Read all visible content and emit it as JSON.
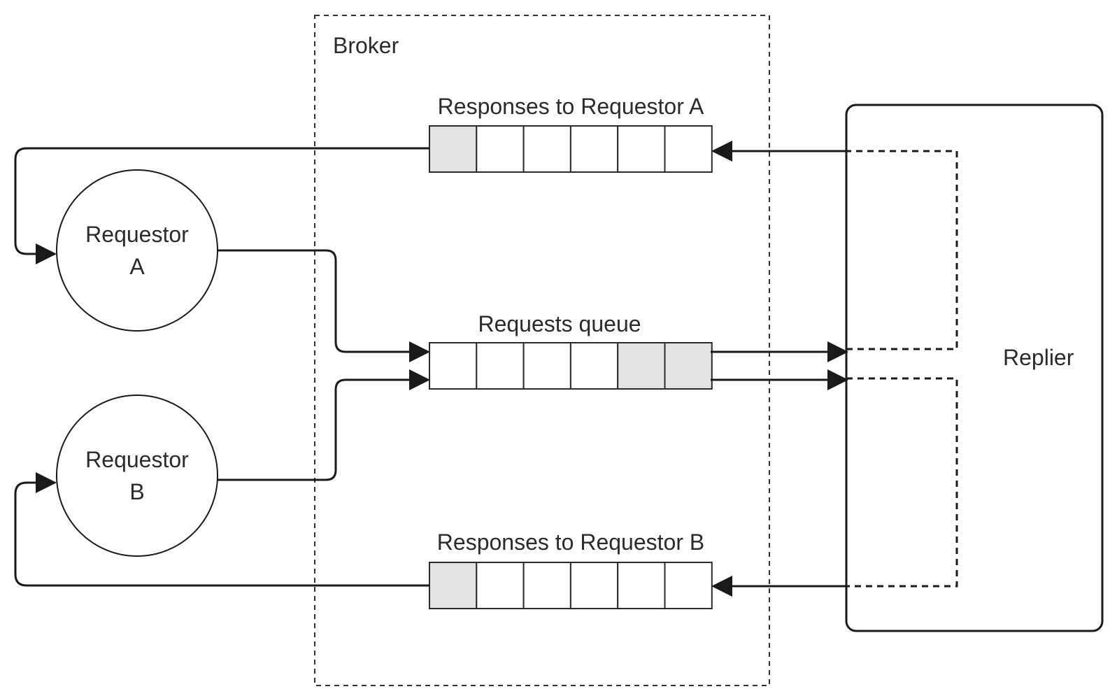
{
  "broker": {
    "label": "Broker"
  },
  "replier": {
    "label": "Replier"
  },
  "requestors": [
    {
      "line1": "Requestor",
      "line2": "A"
    },
    {
      "line1": "Requestor",
      "line2": "B"
    }
  ],
  "queues": {
    "responses_a": {
      "label": "Responses to Requestor A",
      "cells": 6,
      "filled": [
        0
      ]
    },
    "requests": {
      "label": "Requests queue",
      "cells": 6,
      "filled": [
        4,
        5
      ]
    },
    "responses_b": {
      "label": "Responses to Requestor B",
      "cells": 6,
      "filled": [
        0
      ]
    }
  },
  "colors": {
    "stroke": "#1a1a1a",
    "text": "#2b2b2b",
    "message_fill": "#e3e3e3",
    "empty_fill": "#ffffff"
  }
}
